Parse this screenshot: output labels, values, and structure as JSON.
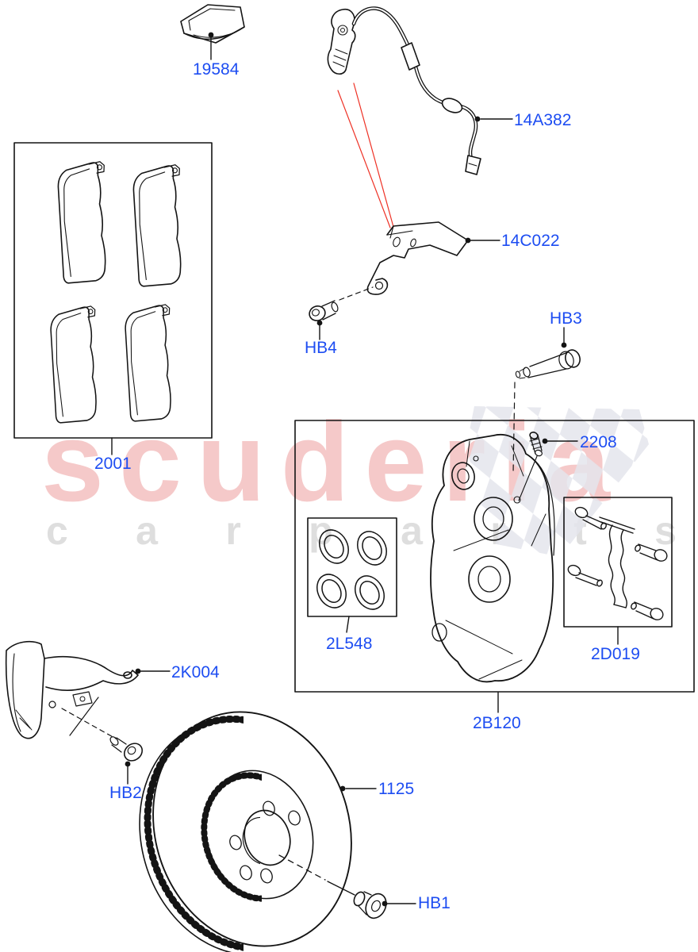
{
  "watermark": {
    "brand": "scuderia",
    "sub_letters": [
      "c",
      "a",
      "r",
      "p",
      "a",
      "r",
      "t",
      "s"
    ],
    "pink": "#f5c9c9",
    "gray": "#dedede",
    "checker_gray": "#e4e5ec"
  },
  "colors": {
    "label_blue": "#1d4df2",
    "leader_red": "#ee3125",
    "line_black": "#141414",
    "background": "#ffffff"
  },
  "labels": {
    "p19584": {
      "text": "19584"
    },
    "p14A382": {
      "text": "14A382"
    },
    "p14C022": {
      "text": "14C022"
    },
    "hb4": {
      "text": "HB4"
    },
    "hb3": {
      "text": "HB3"
    },
    "p2208": {
      "text": "2208"
    },
    "p2001": {
      "text": "2001"
    },
    "p2L548": {
      "text": "2L548"
    },
    "p2D019": {
      "text": "2D019"
    },
    "p2B120": {
      "text": "2B120"
    },
    "p2K004": {
      "text": "2K004"
    },
    "hb2": {
      "text": "HB2"
    },
    "p1125": {
      "text": "1125"
    },
    "hb1": {
      "text": "HB1"
    }
  }
}
